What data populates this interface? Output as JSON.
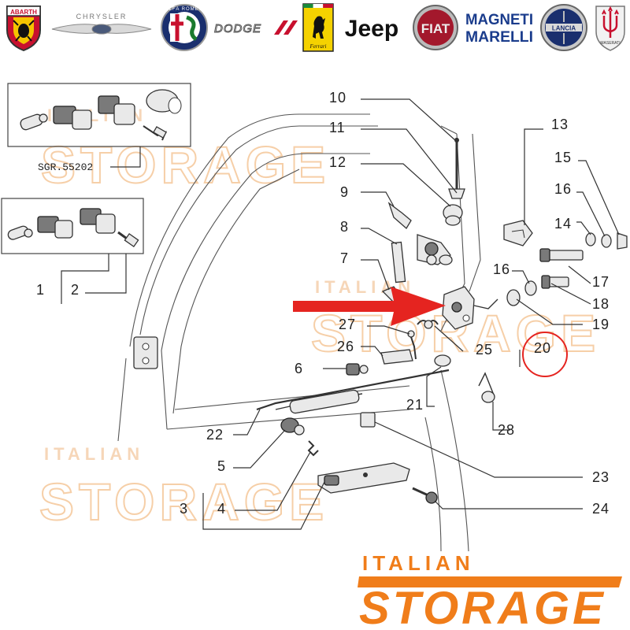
{
  "brands": [
    {
      "name": "abarth-logo",
      "label": "ABARTH"
    },
    {
      "name": "chrysler-logo",
      "label": "CHRYSLER"
    },
    {
      "name": "alfa-romeo-logo",
      "label": "ALFA ROMEO"
    },
    {
      "name": "dodge-logo",
      "label": "DODGE"
    },
    {
      "name": "ferrari-logo",
      "label": "Ferrari"
    },
    {
      "name": "jeep-logo",
      "label": "Jeep"
    },
    {
      "name": "fiat-logo",
      "label": "FIAT"
    },
    {
      "name": "magneti-marelli-logo",
      "label": "MAGNETI MARELLI"
    },
    {
      "name": "lancia-logo",
      "label": "LANCIA"
    },
    {
      "name": "maserati-logo",
      "label": "MASERATI"
    }
  ],
  "diagram": {
    "inset_code": "SGR.55202",
    "callouts": [
      "1",
      "2",
      "3",
      "4",
      "5",
      "6",
      "7",
      "8",
      "9",
      "10",
      "11",
      "12",
      "13",
      "14",
      "15",
      "16",
      "16",
      "17",
      "18",
      "19",
      "20",
      "21",
      "22",
      "23",
      "24",
      "25",
      "26",
      "27",
      "28"
    ]
  },
  "watermark": {
    "line1": "ITALIAN",
    "line2": "STORAGE"
  },
  "footer_logo": {
    "line1": "ITALIAN",
    "line2": "STORAGE"
  },
  "colors": {
    "accent": "#f07d1a",
    "arrow": "#e52420",
    "highlight_circle": "#e52420"
  }
}
